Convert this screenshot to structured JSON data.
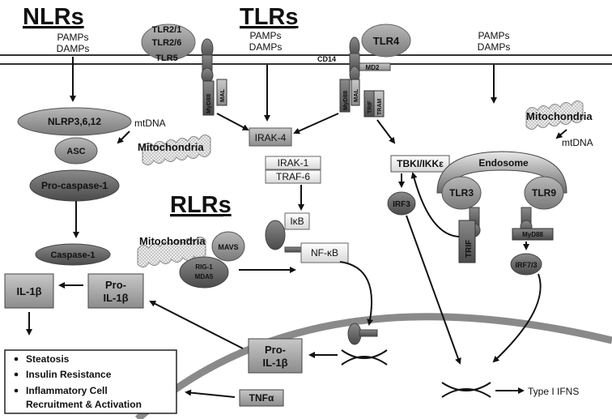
{
  "headers": {
    "nlrs": "NLRs",
    "tlrs": "TLRs",
    "rlrs": "RLRs"
  },
  "pamps_damps": {
    "line1": "PAMPs",
    "line2": "DAMPs"
  },
  "receptors": {
    "tlr2_1": "TLR2/1",
    "tlr2_6": "TLR2/6",
    "tlr5": "TLR5",
    "tlr4": "TLR4",
    "cd14": "CD14",
    "md2": "MD2",
    "tlr3": "TLR3",
    "tlr9": "TLR9",
    "endosome": "Endosome"
  },
  "adaptors": {
    "myd88": "MyD88",
    "mal": "MAL",
    "trif": "TRIF",
    "tram": "TRAM",
    "myd88_endo": "MyD88"
  },
  "nlr_path": {
    "nlrp": "NLRP3,6,12",
    "asc": "ASC",
    "procasp": "Pro-caspase-1",
    "casp": "Caspase-1",
    "mtdna": "mtDNA",
    "mito": "Mitochondria"
  },
  "signaling": {
    "irak4": "IRAK-4",
    "irak1": "IRAK-1",
    "traf6": "TRAF-6",
    "ikb": "IκB",
    "nfkb": "NF-κB",
    "tbk": "TBKI/IKKε",
    "irf3": "IRF3",
    "irf73": "IRF7/3"
  },
  "rlr": {
    "mito": "Mitochondria",
    "mavs": "MAVS",
    "rig1": "RIG-1",
    "mda5": "MDA5"
  },
  "right_mito": {
    "mito": "Mitochondria",
    "mtdna": "mtDNA"
  },
  "outputs": {
    "il1b": "IL-1β",
    "pro_il1b_1": "Pro-",
    "pro_il1b_2": "IL-1β",
    "pro_il1b_n1": "Pro-",
    "pro_il1b_n2": "IL-1β",
    "tnfa": "TNFα",
    "type1": "Type I IFNS"
  },
  "effects": [
    "Steatosis",
    "Insulin Resistance",
    "Inflammatory Cell",
    "Recruitment & Activation"
  ]
}
